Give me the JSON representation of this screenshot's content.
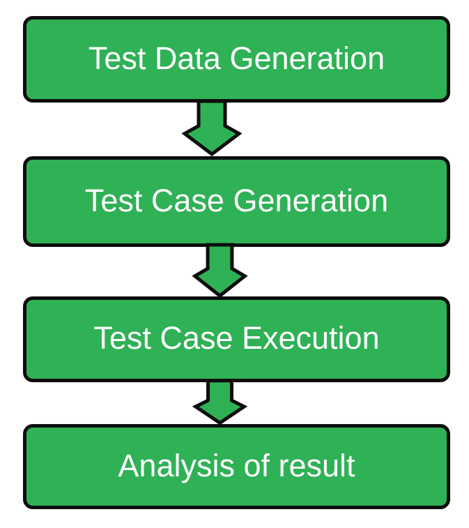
{
  "flowchart": {
    "steps": [
      {
        "label": "Test Data Generation"
      },
      {
        "label": "Test Case Generation"
      },
      {
        "label": "Test Case Execution"
      },
      {
        "label": "Analysis of result"
      }
    ],
    "connector": {
      "icon": "down-block-arrow",
      "direction": "down",
      "count": 3
    },
    "colors": {
      "box_fill": "#2fb156",
      "box_border": "#0d0d0d",
      "label_text": "#ffffff",
      "arrow_fill": "#2fb156",
      "arrow_stroke": "#0d0d0d",
      "background": "#ffffff"
    }
  }
}
